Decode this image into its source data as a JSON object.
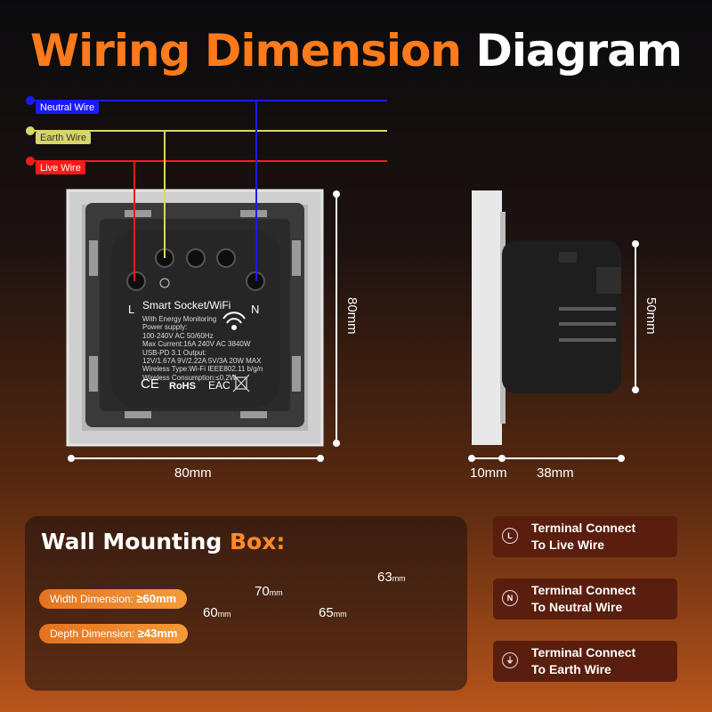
{
  "title": {
    "part1": "Wiring Dimension",
    "part2": "Diagram"
  },
  "wires": [
    {
      "label": "Neutral Wire",
      "color": "#1a1aff"
    },
    {
      "label": "Earth Wire",
      "color": "#d8d66a"
    },
    {
      "label": "Live Wire",
      "color": "#ff1a1a"
    }
  ],
  "socket": {
    "name": "Smart Socket/WiFi",
    "terminal_left": "L",
    "terminal_right": "N",
    "specs": [
      "With Energy Monitoring",
      "Power supply:",
      "100-240V AC 50/60Hz",
      "Max Current:16A 240V AC 3840W",
      "USB-PD 3.1 Output:",
      "12V/1.67A 9V/2.22A 5V/3A 20W MAX",
      "Wireless Type:Wi-Fi IEEE802.11 b/g/n",
      "Wireless Consumption:≤0.2W"
    ],
    "marks": [
      "CE",
      "RoHS",
      "EAC"
    ]
  },
  "dimensions": {
    "front_width": "80mm",
    "front_height": "80mm",
    "side_height": "50mm",
    "side_depth_plate": "10mm",
    "side_depth_body": "38mm"
  },
  "box": {
    "title1": "Wall Mounting",
    "title2": "Box:",
    "width_label": "Width Dimension:",
    "width_value": "≥60mm",
    "depth_label": "Depth Dimension:",
    "depth_value": "≥43mm",
    "box1_w": "70",
    "box1_w_unit": "mm",
    "box1_h": "60",
    "box1_h_unit": "mm",
    "box2_w": "63",
    "box2_w_unit": "mm",
    "box2_h": "65",
    "box2_h_unit": "mm"
  },
  "terminals": [
    {
      "icon": "L",
      "line1": "Terminal Connect",
      "line2": "To Live Wire"
    },
    {
      "icon": "N",
      "line1": "Terminal Connect",
      "line2": "To Neutral Wire"
    },
    {
      "icon": "⏚",
      "line1": "Terminal Connect",
      "line2": "To Earth Wire"
    }
  ]
}
